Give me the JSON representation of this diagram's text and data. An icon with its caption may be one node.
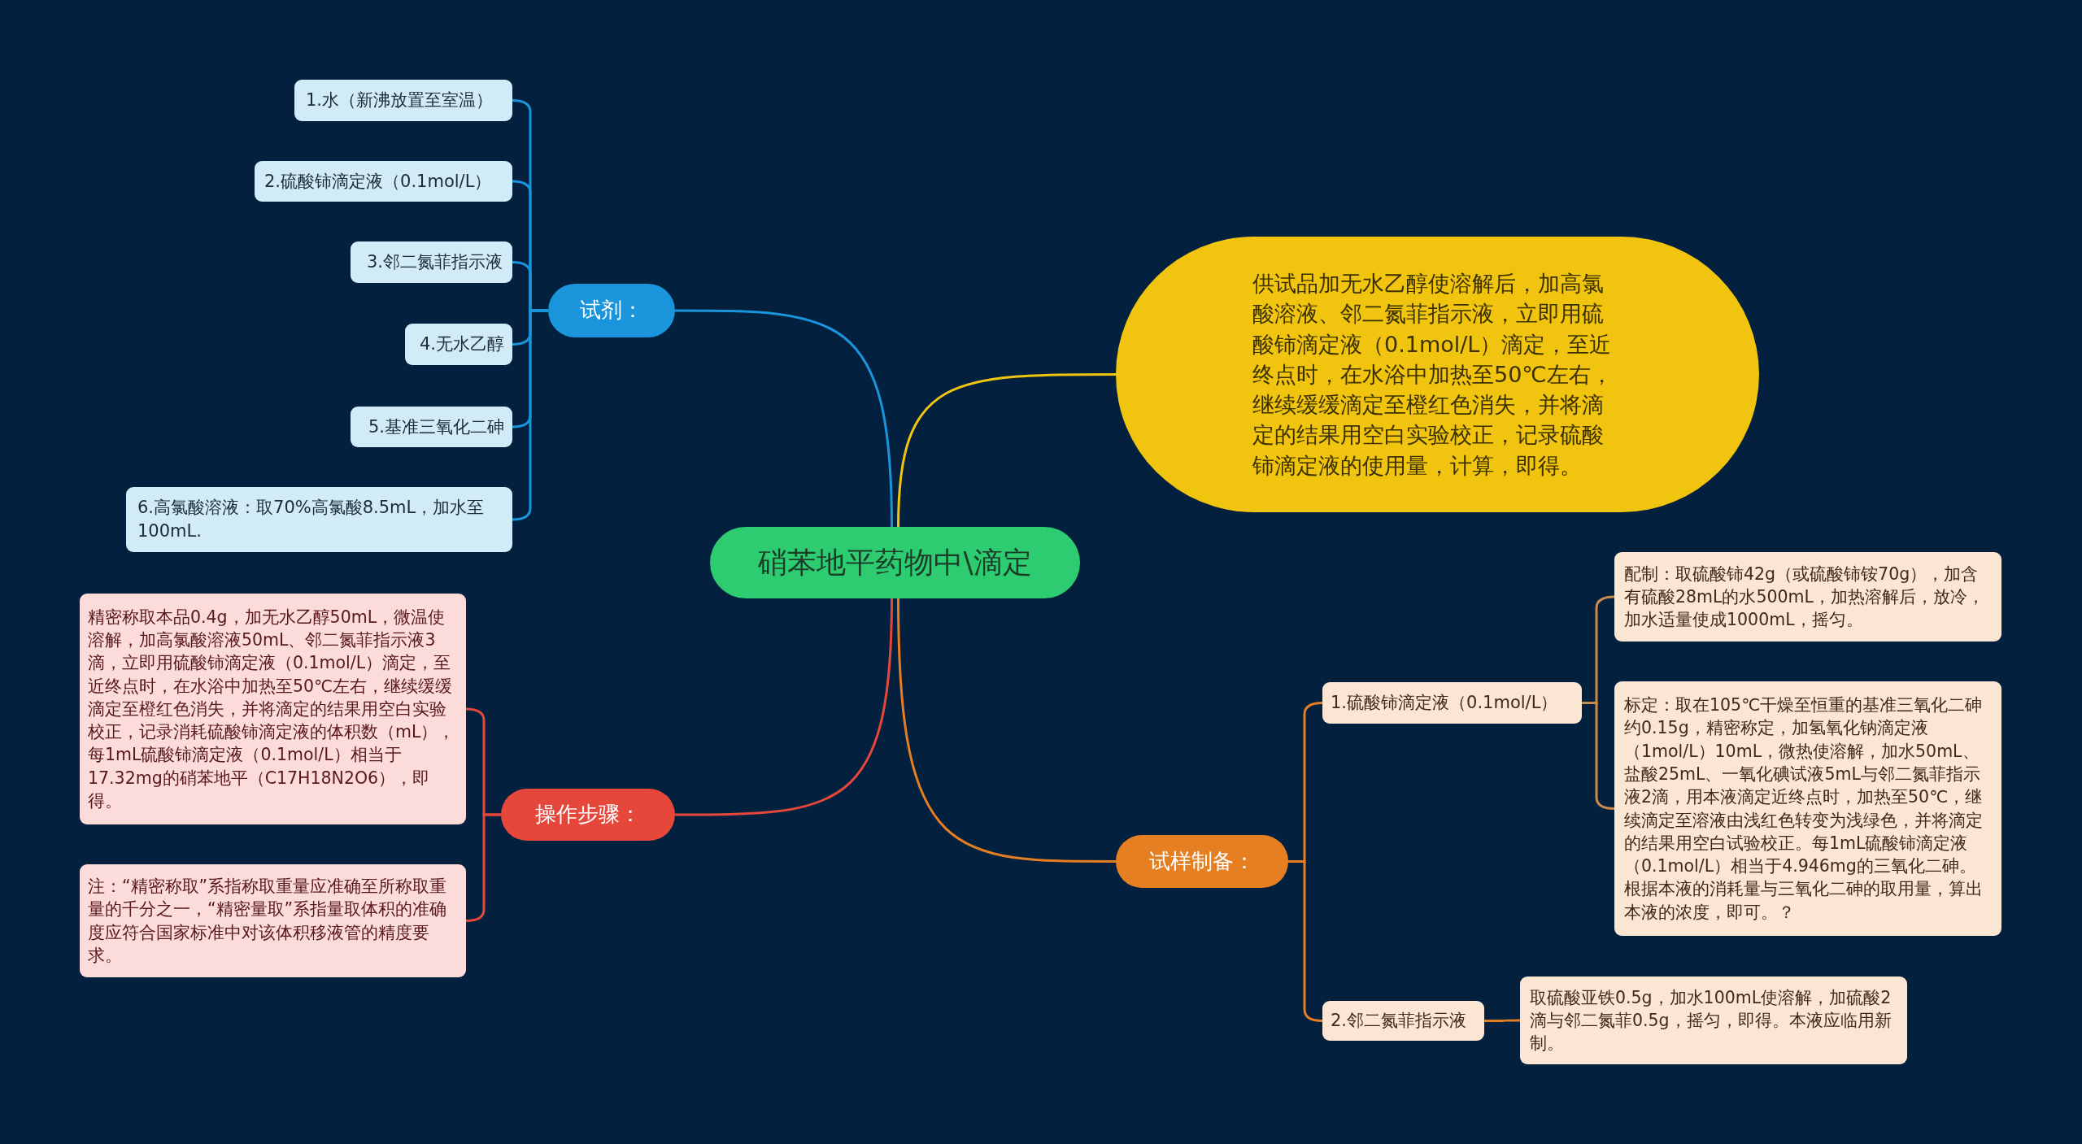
{
  "diagram": {
    "nodes": [
      {
        "text": [
          "硝苯地平药物中\\滴定"
        ]
      },
      {
        "text": [
          "试剂："
        ]
      },
      {
        "text": [
          "1.水（新沸放置至室温）"
        ]
      },
      {
        "text": [
          "2.硫酸铈滴定液（0.1mol/L）"
        ]
      },
      {
        "text": [
          "3.邻二氮菲指示液"
        ]
      },
      {
        "text": [
          "4.无水乙醇"
        ]
      },
      {
        "text": [
          "5.基准三氧化二砷"
        ]
      },
      {
        "text": [
          "6.高氯酸溶液：取70%高氯酸8.5mL，加水至100mL."
        ]
      },
      {
        "text": [
          "供试品加无水乙醇使溶解后，加高氯酸溶液、邻二氮菲指示液，立即用硫酸铈滴定液（0.1mol/L）滴定，至近终点时，在水浴中加热至50℃左右，继续缓缓滴定至橙红色消失，并将滴定的结果用空白实验校正，记录硫酸铈滴定液的使用量，计算，即得。"
        ]
      },
      {
        "text": [
          "操作步骤："
        ]
      },
      {
        "text": [
          "精密称取本品0.4g，加无水乙醇50mL，微温使溶解，加高氯酸溶液50mL、邻二氮菲指示液3滴，立即用硫酸铈滴定液（0.1mol/L）滴定，至近终点时，在水浴中加热至50℃左右，继续缓缓滴定至橙红色消失，并将滴定的结果用空白实验校正，记录消耗硫酸铈滴定液的体积数（mL），每1mL硫酸铈滴定液（0.1mol/L）相当于17.32mg的硝苯地平（C17H18N2O6），即得。"
        ]
      },
      {
        "text": [
          "注：“精密称取”系指称取重量应准确至所称取重量的千分之一，“精密量取”系指量取体积的准确度应符合国家标准中对该体积移液管的精度要求。"
        ]
      },
      {
        "text": [
          "试样制备："
        ]
      },
      {
        "text": [
          "1.硫酸铈滴定液（0.1mol/L）"
        ]
      },
      {
        "text": [
          "配制：取硫酸铈42g（或硫酸铈铵70g），加含有硫酸28mL的水500mL，加热溶解后，放冷，加水适量使成1000mL，摇匀。"
        ]
      },
      {
        "text": [
          "标定：取在105℃干燥至恒重的基准三氧化二砷约0.15g，精密称定，加氢氧化钠滴定液（1mol/L）10mL，微热使溶解，加水50mL、盐酸25mL、一氧化碘试液5mL与邻二氮菲指示液2滴，用本液滴定近终点时，加热至50℃，继续滴定至溶液由浅红色转变为浅绿色，并将滴定的结果用空白试验校正。每1mL硫酸铈滴定液（0.1mol/L）相当于4.946mg的三氧化二砷。根据本液的消耗量与三氧化二砷的取用量，算出本液的浓度，即可。？"
        ]
      },
      {
        "text": [
          "2.邻二氮菲指示液"
        ]
      },
      {
        "text": [
          "取硫酸亚铁0.5g，加水100mL使溶解，加硫酸2滴与邻二氮菲0.5g，摇匀，即得。本液应临用新制。"
        ]
      }
    ],
    "edges": [
      {
        "from": 0,
        "to": 1,
        "arrow": "none",
        "color": "#1a94db"
      },
      {
        "from": 1,
        "to": 2,
        "arrow": "none",
        "color": "#1a94db"
      },
      {
        "from": 1,
        "to": 3,
        "arrow": "none",
        "color": "#1a94db"
      },
      {
        "from": 1,
        "to": 4,
        "arrow": "none",
        "color": "#1a94db"
      },
      {
        "from": 1,
        "to": 5,
        "arrow": "none",
        "color": "#1a94db"
      },
      {
        "from": 1,
        "to": 6,
        "arrow": "none",
        "color": "#1a94db"
      },
      {
        "from": 1,
        "to": 7,
        "arrow": "none",
        "color": "#1a94db"
      },
      {
        "from": 0,
        "to": 8,
        "arrow": "none",
        "color": "#f1c40f"
      },
      {
        "from": 0,
        "to": 9,
        "arrow": "none",
        "color": "#e5473b"
      },
      {
        "from": 9,
        "to": 10,
        "arrow": "none",
        "color": "#e5473b"
      },
      {
        "from": 9,
        "to": 11,
        "arrow": "none",
        "color": "#e5473b"
      },
      {
        "from": 0,
        "to": 12,
        "arrow": "none",
        "color": "#e67e22"
      },
      {
        "from": 12,
        "to": 13,
        "arrow": "none",
        "color": "#e67e22"
      },
      {
        "from": 12,
        "to": 16,
        "arrow": "none",
        "color": "#e67e22"
      },
      {
        "from": 13,
        "to": 14,
        "arrow": "none",
        "color": "#c98a4b"
      },
      {
        "from": 13,
        "to": 15,
        "arrow": "none",
        "color": "#c98a4b"
      },
      {
        "from": 16,
        "to": 17,
        "arrow": "none",
        "color": "#e67e22"
      }
    ]
  }
}
